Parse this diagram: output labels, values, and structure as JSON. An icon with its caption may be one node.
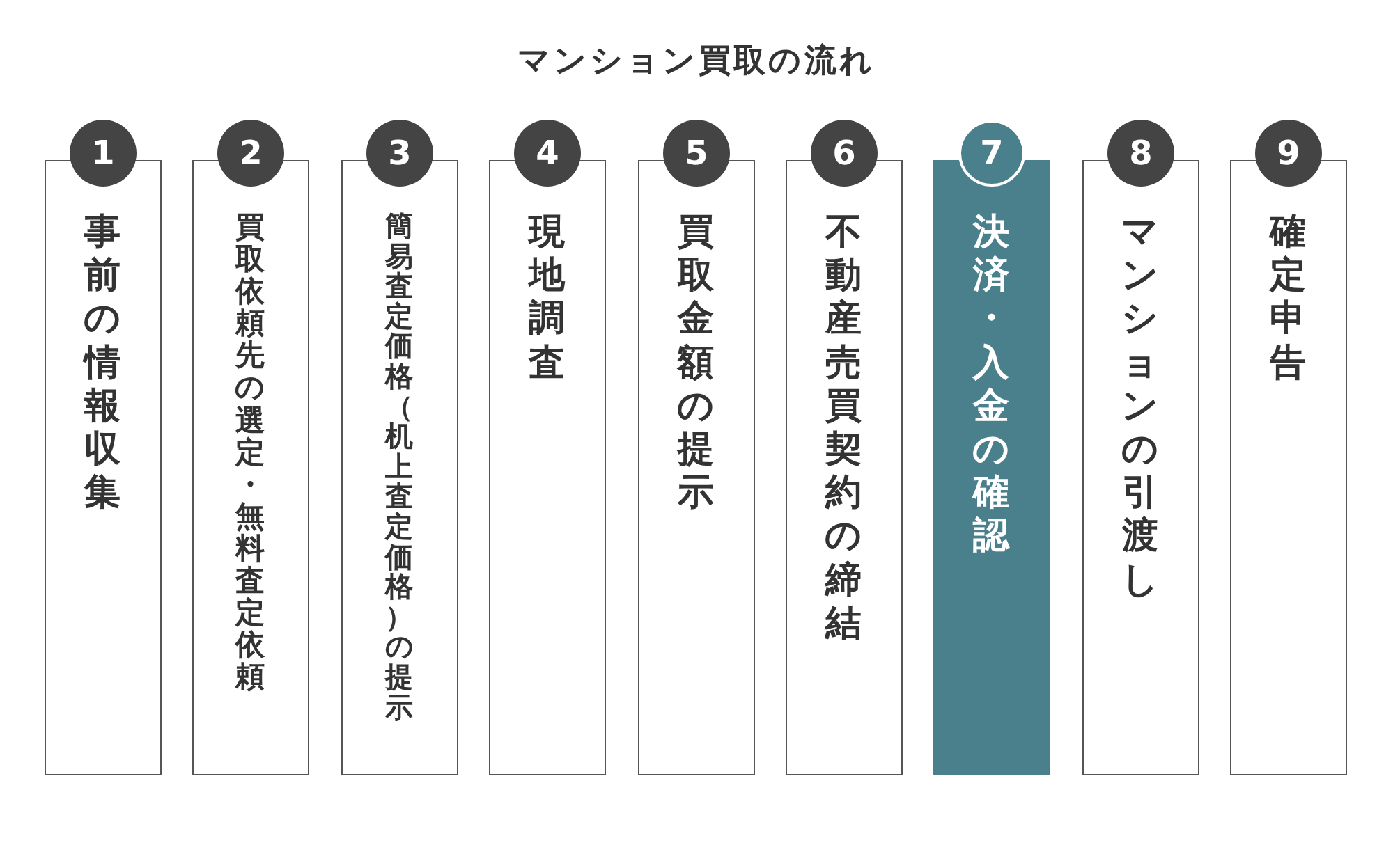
{
  "diagram": {
    "title": "マンション買取の流れ",
    "nodes": [
      {
        "text": [
          "1"
        ]
      },
      {
        "text": [
          "事前の情報収集"
        ]
      },
      {
        "text": [
          "2"
        ]
      },
      {
        "text": [
          "買取依頼先の選定・無料査定依頼"
        ]
      },
      {
        "text": [
          "3"
        ]
      },
      {
        "text": [
          "簡易査定価格（机上査定価格）の提示"
        ]
      },
      {
        "text": [
          "4"
        ]
      },
      {
        "text": [
          "現地調査"
        ]
      },
      {
        "text": [
          "5"
        ]
      },
      {
        "text": [
          "買取金額の提示"
        ]
      },
      {
        "text": [
          "6"
        ]
      },
      {
        "text": [
          "不動産売買契約の締結"
        ]
      },
      {
        "text": [
          "7"
        ]
      },
      {
        "text": [
          "決済・入金の確認"
        ]
      },
      {
        "text": [
          "8"
        ]
      },
      {
        "text": [
          "マンションの引渡し"
        ]
      },
      {
        "text": [
          "9"
        ]
      },
      {
        "text": [
          "確定申告"
        ]
      }
    ]
  }
}
